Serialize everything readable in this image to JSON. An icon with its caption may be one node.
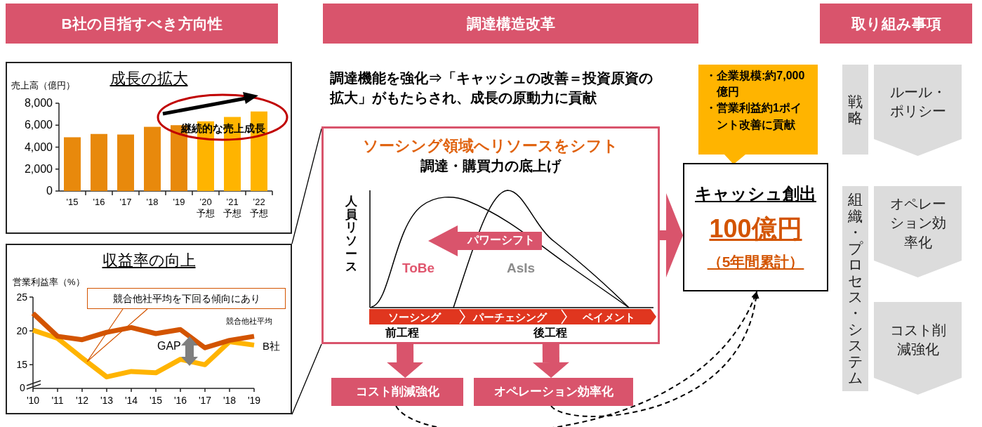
{
  "diagram": {
    "nodes": [
      {
        "text": [
          "B社の目指すべき方向性"
        ]
      },
      {
        "text": [
          "調達構造改革"
        ]
      },
      {
        "text": [
          "取り組み事項"
        ]
      },
      {
        "text": [
          "成長の拡大"
        ]
      },
      {
        "text": [
          "収益率の向上"
        ]
      },
      {
        "text": [
          "ソーシング領域へリソースをシフト",
          "調達・購買力の底上げ"
        ]
      },
      {
        "text": [
          "パワーシフト"
        ],
        "in": 5
      },
      {
        "text": [
          "ソーシング"
        ],
        "in": 5
      },
      {
        "text": [
          "パーチェシング"
        ],
        "in": 5
      },
      {
        "text": [
          "ペイメント"
        ],
        "in": 5
      },
      {
        "text": [
          "コスト削減強化"
        ]
      },
      {
        "text": [
          "オペレーション効率化"
        ]
      },
      {
        "text": [
          "・企業規模:約7,000億円",
          "・営業利益約1ポイント改善に貢献"
        ]
      },
      {
        "text": [
          "キャッシュ創出",
          "100億円",
          "（5年間累計）"
        ]
      },
      {
        "text": [
          "戦略"
        ]
      },
      {
        "text": [
          "ルール・ポリシー"
        ]
      },
      {
        "text": [
          "組織・プロセス・システム"
        ]
      },
      {
        "text": [
          "オペレーション効率化"
        ]
      },
      {
        "text": [
          "コスト削減強化"
        ]
      }
    ],
    "edges": [
      {
        "from": 4,
        "to": 5,
        "arrow": "none"
      },
      {
        "from": 4,
        "to": 5,
        "arrow": "none"
      },
      {
        "from": 5,
        "to": 13,
        "arrow": "to",
        "style": "thick",
        "color": "#d9546c"
      },
      {
        "from": 5,
        "to": 10,
        "arrow": "to",
        "style": "thick",
        "color": "#d9546c"
      },
      {
        "from": 5,
        "to": 11,
        "arrow": "to",
        "style": "thick",
        "color": "#d9546c"
      },
      {
        "from": 10,
        "to": 13,
        "arrow": "to",
        "style": "dashed"
      },
      {
        "from": 11,
        "to": 13,
        "arrow": "to",
        "style": "dashed"
      }
    ],
    "labels": [
      "0",
      "調達機能を強化⇒「キャッシュの改善＝投資原資の拡大」がもたらされ、成長の原動力に貢献",
      "人員リソース",
      "ToBe",
      "AsIs",
      "前工程",
      "後工程"
    ],
    "chart_data": [
      {
        "type": "bar",
        "ylabel": "売上高（億円）",
        "categories": [
          "'15",
          "'16",
          "'17",
          "'18",
          "'19",
          "’20 予想",
          "’21 予想",
          "’22 予想"
        ],
        "series": [
          {
            "color": "#e8890c",
            "values": [
              4900,
              5200,
              5150,
              5850,
              6000,
              null,
              null,
              null
            ]
          },
          {
            "color": "#ffb400",
            "values": [
              null,
              null,
              null,
              null,
              null,
              6350,
              6750,
              7250
            ]
          }
        ],
        "ylim": [
          0,
          8000
        ],
        "yticks": [
          0,
          {
            "value": 2000,
            "label": "2,000"
          },
          {
            "value": 4000,
            "label": "4,000"
          },
          {
            "value": 6000,
            "label": "6,000"
          },
          {
            "value": 8000,
            "label": "8,000"
          }
        ],
        "annotations": [
          "継続的な売上成長"
        ]
      },
      {
        "type": "line",
        "ylabel": "営業利益率（%）",
        "x": [
          "'10",
          "'11",
          "'12",
          "'13",
          "'14",
          "'15",
          "'16",
          "'17",
          "'18",
          "'19"
        ],
        "series": [
          {
            "name": "競合他社平均",
            "color": "#d35400",
            "values": [
              22.6,
              19.2,
              18.7,
              19.8,
              20.5,
              19.6,
              20.2,
              17.5,
              18.6,
              19.2
            ]
          },
          {
            "name": "B社",
            "color": "#ffb400",
            "values": [
              20.1,
              18.9,
              16.0,
              13.2,
              14.0,
              13.8,
              15.8,
              15.0,
              18.4,
              17.9
            ]
          }
        ],
        "ylim": [
          11.5,
          25
        ],
        "yticks": [
          15,
          20,
          25
        ],
        "annotations": [
          "競合他社平均を下回る傾向にあり",
          "GAP"
        ]
      }
    ]
  }
}
